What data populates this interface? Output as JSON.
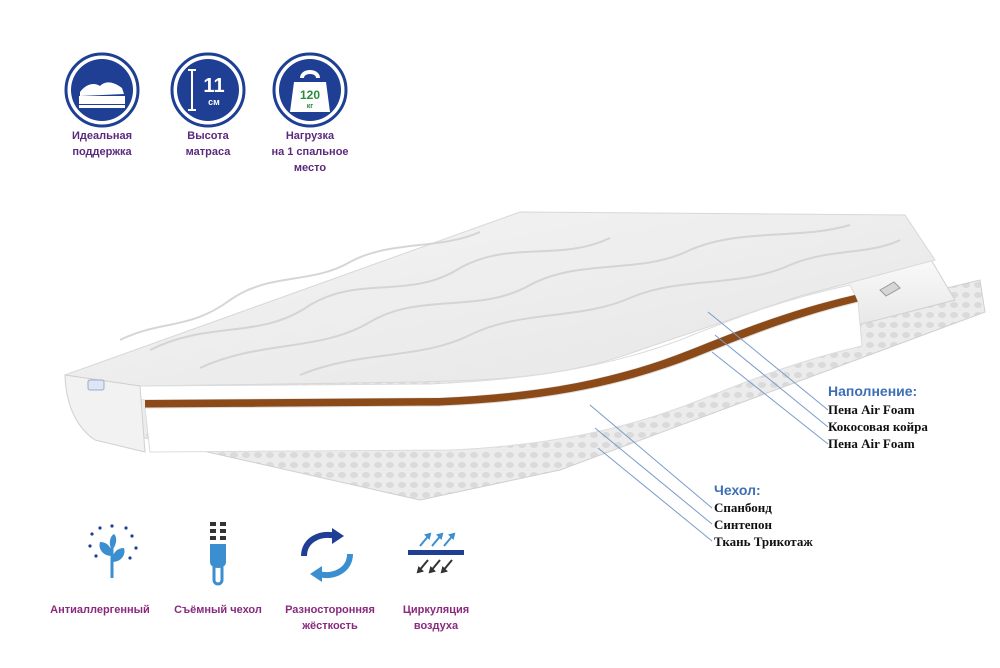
{
  "badges": [
    {
      "icon": "mattress-support-icon",
      "label": "Идеальная\nподдержка"
    },
    {
      "icon": "height-icon",
      "label": "Высота\nматраса",
      "value": "11",
      "unit": "см"
    },
    {
      "icon": "weight-icon",
      "label": "Нагрузка\nна 1 спальное\nместо",
      "value": "120",
      "unit": "кг"
    }
  ],
  "filling": {
    "title": "Наполнение:",
    "items": [
      "Пена Air Foam",
      "Кокосовая койра",
      "Пена Air Foam"
    ]
  },
  "cover": {
    "title": "Чехол:",
    "items": [
      "Спанбонд",
      "Синтепон",
      "Ткань Трикотаж"
    ]
  },
  "features": [
    {
      "icon": "antiallergenic-icon",
      "label": "Антиаллергенный"
    },
    {
      "icon": "zipper-icon",
      "label": "Съёмный чехол"
    },
    {
      "icon": "reversible-icon",
      "label": "Разносторонняя\nжёсткость"
    },
    {
      "icon": "air-circulation-icon",
      "label": "Циркуляция\nвоздуха"
    }
  ],
  "colors": {
    "badge_blue": "#1e3f94",
    "label_purple": "#5b2a7e",
    "legend_blue": "#3d6fb4",
    "coir_brown": "#8b4a17",
    "feature_blue": "#3b8fd0"
  }
}
